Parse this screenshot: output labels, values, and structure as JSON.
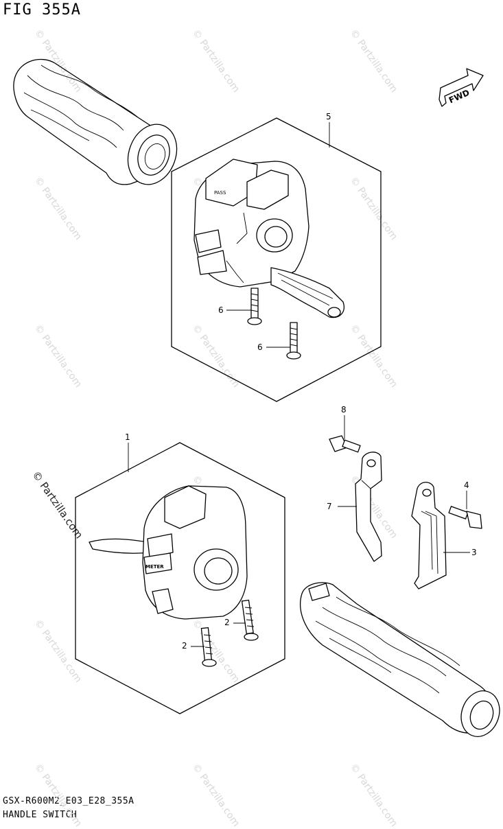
{
  "figure": {
    "title": "FIG 355A",
    "code": "GSX-R600M2_E03_E28_355A",
    "name": "HANDLE SWITCH",
    "direction_label": "FWD"
  },
  "watermark": {
    "text": "© Partzilla.com"
  },
  "callouts": [
    "5",
    "6",
    "6",
    "1",
    "2",
    "2",
    "8",
    "7",
    "4",
    "3"
  ]
}
